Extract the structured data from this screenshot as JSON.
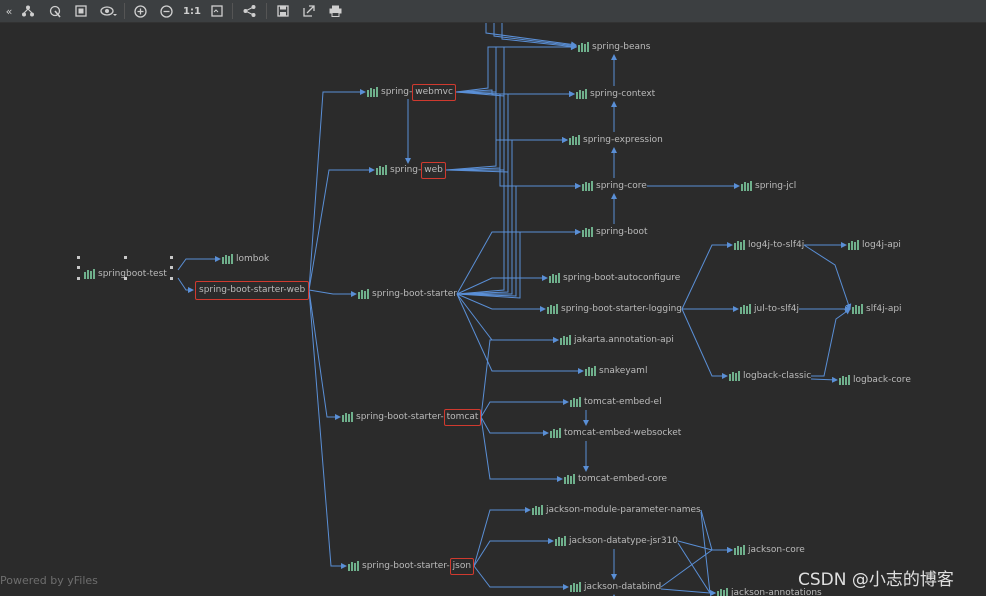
{
  "toolbar": {
    "buttons": [
      {
        "name": "collapse-icon",
        "glyph": "«"
      },
      {
        "name": "layout-icon",
        "glyph": ""
      },
      {
        "name": "select-icon",
        "glyph": ""
      },
      {
        "name": "fit-content-icon",
        "glyph": ""
      },
      {
        "name": "show-icon",
        "glyph": ""
      },
      {
        "name": "zoom-in-icon",
        "glyph": ""
      },
      {
        "name": "zoom-out-icon",
        "glyph": ""
      },
      {
        "name": "actual-size-label",
        "glyph": "1:1"
      },
      {
        "name": "fit-screen-icon",
        "glyph": ""
      },
      {
        "name": "share-icon",
        "glyph": ""
      },
      {
        "name": "save-icon",
        "glyph": ""
      },
      {
        "name": "export-icon",
        "glyph": ""
      },
      {
        "name": "print-icon",
        "glyph": ""
      }
    ]
  },
  "graph": {
    "root": "springboot-test",
    "highlights": [
      "spring-boot-starter-web",
      "spring-webmvc",
      "spring-web",
      "spring-boot-starter-tomcat",
      "spring-boot-starter-json"
    ],
    "nodes": [
      {
        "id": "springboot-test",
        "label": "springboot-test"
      },
      {
        "id": "lombok",
        "label": "lombok"
      },
      {
        "id": "sbsw",
        "label": "spring-boot-starter-web"
      },
      {
        "id": "webmvc",
        "prefix": "spring-",
        "highlight": "webmvc"
      },
      {
        "id": "web",
        "prefix": "spring-",
        "highlight": "web"
      },
      {
        "id": "sbs",
        "label": "spring-boot-starter"
      },
      {
        "id": "tomcat",
        "prefix": "spring-boot-starter-",
        "highlight": "tomcat"
      },
      {
        "id": "json",
        "prefix": "spring-boot-starter-",
        "highlight": "json"
      },
      {
        "id": "beans",
        "label": "spring-beans"
      },
      {
        "id": "context",
        "label": "spring-context"
      },
      {
        "id": "expression",
        "label": "spring-expression"
      },
      {
        "id": "core",
        "label": "spring-core"
      },
      {
        "id": "jcl",
        "label": "spring-jcl"
      },
      {
        "id": "boot",
        "label": "spring-boot"
      },
      {
        "id": "autoconf",
        "label": "spring-boot-autoconfigure"
      },
      {
        "id": "logging",
        "label": "spring-boot-starter-logging"
      },
      {
        "id": "jakarta",
        "label": "jakarta.annotation-api"
      },
      {
        "id": "snakeyaml",
        "label": "snakeyaml"
      },
      {
        "id": "el",
        "label": "tomcat-embed-el"
      },
      {
        "id": "websocket",
        "label": "tomcat-embed-websocket"
      },
      {
        "id": "tcore",
        "label": "tomcat-embed-core"
      },
      {
        "id": "log4jslf",
        "label": "log4j-to-slf4j"
      },
      {
        "id": "log4japi",
        "label": "log4j-api"
      },
      {
        "id": "jul",
        "label": "jul-to-slf4j"
      },
      {
        "id": "slf4j",
        "label": "slf4j-api"
      },
      {
        "id": "logback",
        "label": "logback-classic"
      },
      {
        "id": "logbackcore",
        "label": "logback-core"
      },
      {
        "id": "jparam",
        "label": "jackson-module-parameter-names"
      },
      {
        "id": "jjsr",
        "label": "jackson-datatype-jsr310"
      },
      {
        "id": "jbind",
        "label": "jackson-databind"
      },
      {
        "id": "jcore",
        "label": "jackson-core"
      },
      {
        "id": "jann",
        "label": "jackson-annotations"
      }
    ]
  },
  "footer": {
    "powered": "Powered by yFiles"
  },
  "watermark": "CSDN @小志的博客",
  "colors": {
    "edge": "#5a8fd6",
    "highlight": "#d03a2f",
    "icon": "#6fb08c",
    "text": "#bbbbbb",
    "background": "#2b2b2b"
  }
}
